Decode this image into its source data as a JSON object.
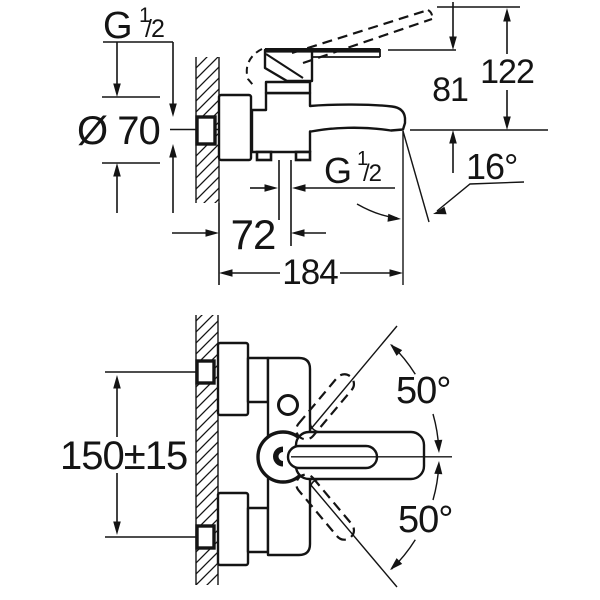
{
  "page": {
    "background": "#ffffff",
    "ink": "#141414"
  },
  "top_view": {
    "labels": {
      "thread_wall": {
        "base": "G",
        "sup": "1",
        "sub": "/2"
      },
      "flange_diameter": "Ø 70",
      "height_overall": "122",
      "height_to_spout": "81",
      "spout_angle": "16°",
      "thread_inlet": {
        "base": "G",
        "sup": "1",
        "sub": "/2"
      },
      "wall_to_spout": "72",
      "projection_total": "184"
    }
  },
  "bottom_view": {
    "labels": {
      "inlet_center_distance": "150±15",
      "lever_swing_up": "50°",
      "lever_swing_down": "50°"
    }
  }
}
